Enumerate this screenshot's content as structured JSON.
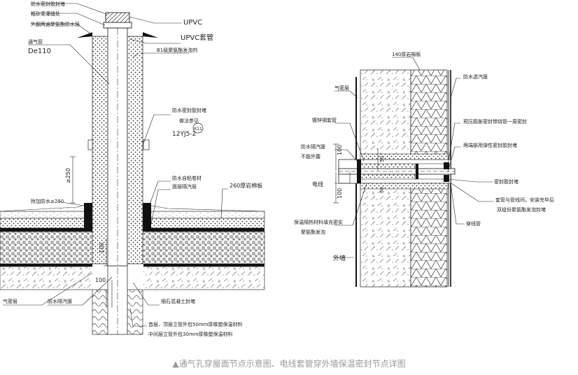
{
  "caption": "▲通气孔穿屋面节点示意图、电线套管穿外墙保温密封节点详图",
  "left_detail": {
    "labels": {
      "top1": "防水密封胶封堵",
      "top2": "粗砂浆灌缝处",
      "top3": "外翻两遍聚氨酯防水层",
      "vent": "通气管",
      "de110": "De110",
      "upvc": "UPVC",
      "upvc_sleeve": "UPVC套管",
      "b1": "B1级聚氨酯发泡剂",
      "seal": "防水密封胶封堵",
      "ref": "做法参见",
      "atlas": "12YJ5-2",
      "k": "K11",
      "flash": "防水自粘卷材",
      "membrane_air": "面层隔汽层",
      "add_wp": "附加防水≥250",
      "dim250": "≥250",
      "rock260": "260厚岩棉板",
      "dim100a": "100",
      "dim100b": "100",
      "air_layer": "气密层",
      "vapor": "防水隔汽膜",
      "concrete": "细石混凝土封堵",
      "note1": "首层、顶层立管外包50mm厚橡塑保温材料",
      "note2": "中间层立管外包30mm厚橡塑保温材料"
    }
  },
  "right_detail": {
    "labels": {
      "rock": "140厚岩棉板",
      "air": "气密层",
      "steel": "镀锌钢套管",
      "vapor": "防水隔汽膜",
      "no_out": "不能外露",
      "wire": "电线",
      "dim100a": "100",
      "dim100b": "100",
      "dim50a": "50",
      "dim50b": "50",
      "fill1": "保温隔热材料填充密实",
      "fill2": "聚氨酯发泡",
      "ext": "外墙",
      "wp": "防水透汽膜",
      "pre": "预压膨胀密封带绕管一周密封",
      "both": "两端部用弹性密封胶封堵",
      "seal": "密封胶封堵",
      "gap": "套管与管线间，安装完毕后",
      "foam": "双组份聚氨酯发泡封堵",
      "cable": "穿线管"
    }
  }
}
